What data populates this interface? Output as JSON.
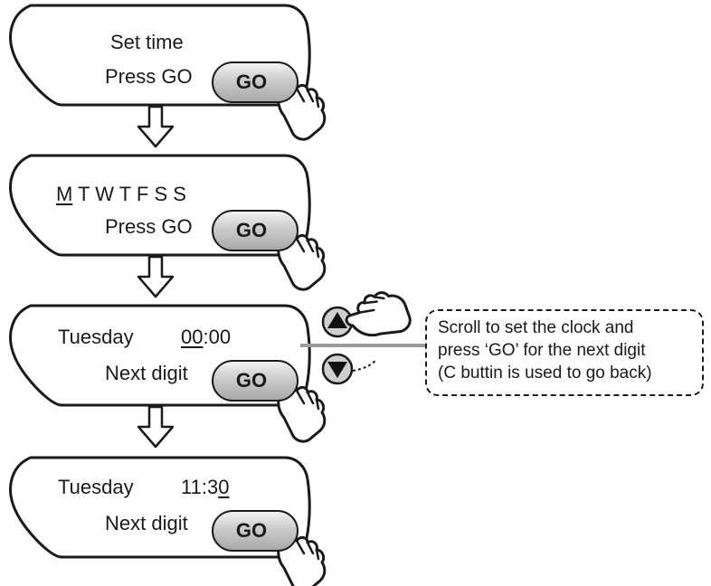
{
  "screens": [
    {
      "line1": "Set time",
      "line2": "Press GO",
      "button": "GO"
    },
    {
      "days": [
        "M",
        "T",
        "W",
        "T",
        "F",
        "S",
        "S"
      ],
      "line2": "Press GO",
      "button": "GO"
    },
    {
      "day": "Tuesday",
      "time_underlined": "00",
      "time_rest": ":00",
      "line2": "Next digit",
      "button": "GO"
    },
    {
      "day": "Tuesday",
      "time_rest": "11:3",
      "time_underlined": "0",
      "line2": "Next digit",
      "button": "GO"
    }
  ],
  "callout": {
    "lines": [
      "Scroll to set the clock and",
      "press ‘GO’ for the next digit",
      "(C buttin is used to go back)"
    ]
  },
  "icons": {
    "arrows": "down-arrow-icon",
    "pointer": "hand-pointer-icon",
    "scroll_up": "scroll-up-icon",
    "scroll_down": "scroll-down-icon"
  }
}
